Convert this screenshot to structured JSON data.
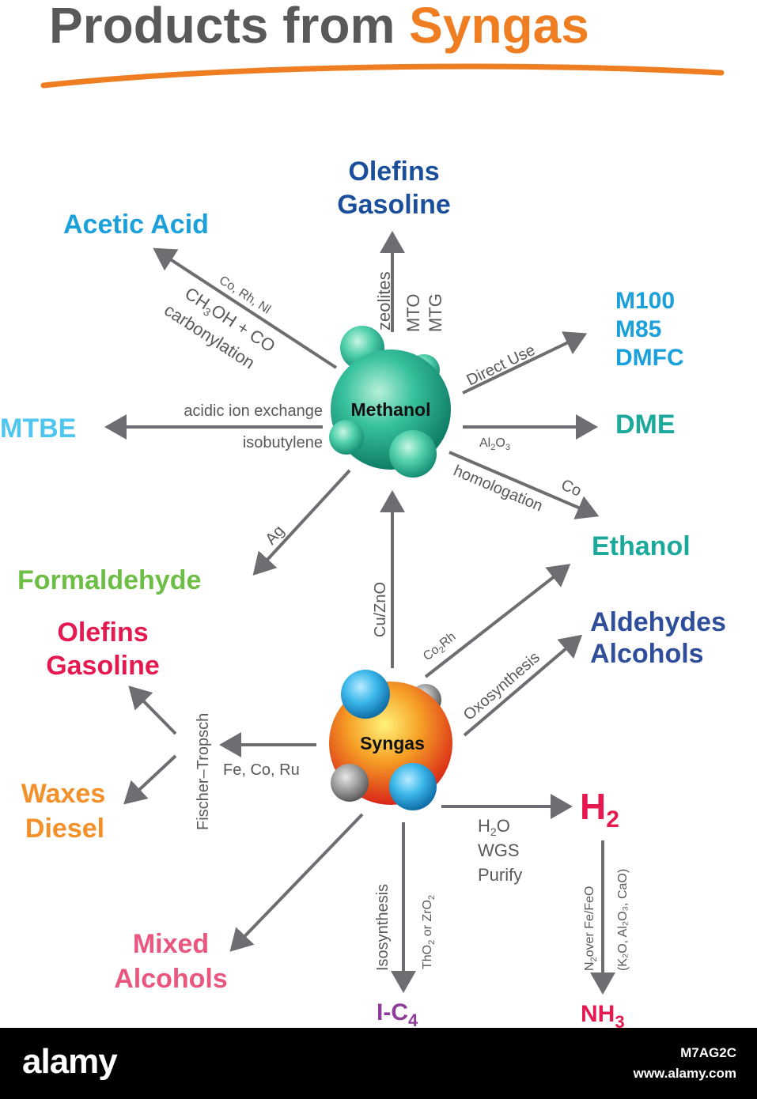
{
  "title": {
    "part1": "Products from ",
    "part2": "Syngas",
    "colors": {
      "main": "#58595b",
      "accent": "#ef7d22"
    }
  },
  "nodes": {
    "methanol": {
      "label": "Methanol",
      "color": "#1fa98e"
    },
    "syngas": {
      "label": "Syngas",
      "color": "#e8471e"
    }
  },
  "products": {
    "olefins_gasoline_top": {
      "line1": "Olefins",
      "line2": "Gasoline",
      "color": "#1b4f9c"
    },
    "acetic_acid": {
      "text": "Acetic Acid",
      "color": "#1aa0db"
    },
    "m100": {
      "line1": "M100",
      "line2": "M85",
      "line3": "DMFC",
      "color": "#1aa0db"
    },
    "mtbe": {
      "text": "MTBE",
      "color": "#4ec6ef"
    },
    "dme": {
      "text": "DME",
      "color": "#1aa99a"
    },
    "ethanol": {
      "text": "Ethanol",
      "color": "#1aa99a"
    },
    "formaldehyde": {
      "text": "Formaldehyde",
      "color": "#6cbe45"
    },
    "aldehydes_alcohols": {
      "line1": "Aldehydes",
      "line2": "Alcohols",
      "color": "#2e4e9c"
    },
    "olefins_gasoline_left": {
      "line1": "Olefins",
      "line2": "Gasoline",
      "color": "#e5194f"
    },
    "waxes_diesel": {
      "line1": "Waxes",
      "line2": "Diesel",
      "color": "#f4902a"
    },
    "h2": {
      "base": "H",
      "sub": "2",
      "color": "#e5194f"
    },
    "mixed_alcohols": {
      "line1": "Mixed",
      "line2": "Alcohols",
      "color": "#e9577f"
    },
    "ic4": {
      "base": "I-C",
      "sub": "4",
      "color": "#8e3b9a"
    },
    "nh3": {
      "base": "NH",
      "sub": "3",
      "color": "#e5194f"
    }
  },
  "labels": {
    "zeolites": "zeolites",
    "mto": "MTO",
    "mtg": "MTG",
    "co_rh_ni": "Co, Rh, Nl",
    "ch3oh_co_a": "CH",
    "ch3oh_co_sub": "3",
    "ch3oh_co_b": "OH + CO",
    "carbonylation": "carbonylation",
    "direct_use": "Direct Use",
    "acidic": "acidic ion exchange",
    "isobutylene": "isobutylene",
    "al2o3_a": "Al",
    "al2o3_sub1": "2",
    "al2o3_b": "O",
    "al2o3_sub2": "3",
    "homologation": "homologation",
    "co": "Co",
    "ag": "Ag",
    "cu_zno": "Cu/ZnO",
    "co2rh_a": "Co",
    "co2rh_sub": "2",
    "co2rh_b": "Rh",
    "oxosynthesis": "Oxosynthesis",
    "fischer": "Fischer–Tropsch",
    "fe_co_ru": "Fe, Co, Ru",
    "h2o_a": "H",
    "h2o_sub": "2",
    "h2o_b": "O",
    "wgs": "WGS",
    "purify": "Purify",
    "isosynthesis": "Isosynthesis",
    "tho2_a": "ThO",
    "tho2_sub": "2",
    "tho2_b": " or ZrO",
    "tho2_sub2": "2",
    "n2_a": "N",
    "n2_sub": "2",
    "n2_b": "over Fe/FeO",
    "k2o": "(K₂O, Al₂O₃, CaO)"
  },
  "footer": {
    "logo": "alamy",
    "image_id": "M7AG2C",
    "url": "www.alamy.com"
  }
}
